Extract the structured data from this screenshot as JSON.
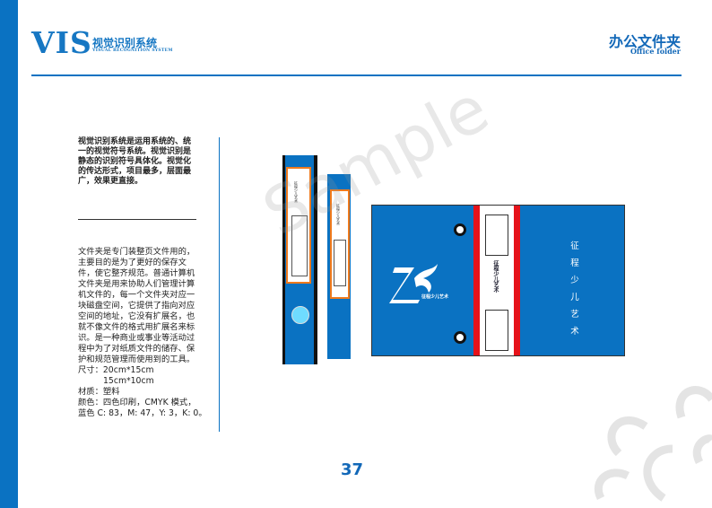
{
  "header": {
    "brand": "VIS",
    "brand_cn": "视觉识别系统",
    "brand_en": "VISUAL RECOGNITION SYSTEM",
    "title_cn": "办公文件夹",
    "title_en": "Office folder"
  },
  "intro": "视觉识别系统是运用系统的、统一的视觉符号系统。视觉识别是静态的识别符号具体化。视觉化的传达形式，项目最多，层面最广，效果更直接。",
  "description": {
    "lines": [
      "文件夹是专门装整页文件用的，",
      "主要目的是为了更好的保存文",
      "件，使它整齐规范。普通计算机",
      "文件夹是用来协助人们管理计算",
      "机文件的，每一个文件夹对应一",
      "块磁盘空间，它提供了指向对应",
      "空间的地址，它没有扩展名，也",
      "就不像文件的格式用扩展名来标",
      "识。是一种商业或事业等活动过",
      "程中为了对纸质文件的储存、保",
      "护和规范管理而使用到的工具。"
    ],
    "size_label": "尺寸：20cm*15cm",
    "size_2": "15cm*10cm",
    "material": "材质：塑料",
    "color_line": "颜色：四色印刷，CMYK 模式，",
    "blue_line": "蓝色 C: 83，M: 47，Y: 3，K: 0。"
  },
  "mockup": {
    "spine_label": "征程少儿艺术",
    "front_text": "征程少儿艺术",
    "logo_text": "征程少儿艺术",
    "watermark": "Sample"
  },
  "colors": {
    "brand_blue": "#0a72c2",
    "accent_orange": "#f07a1c",
    "accent_red": "#e6121a"
  },
  "page_number": "37"
}
